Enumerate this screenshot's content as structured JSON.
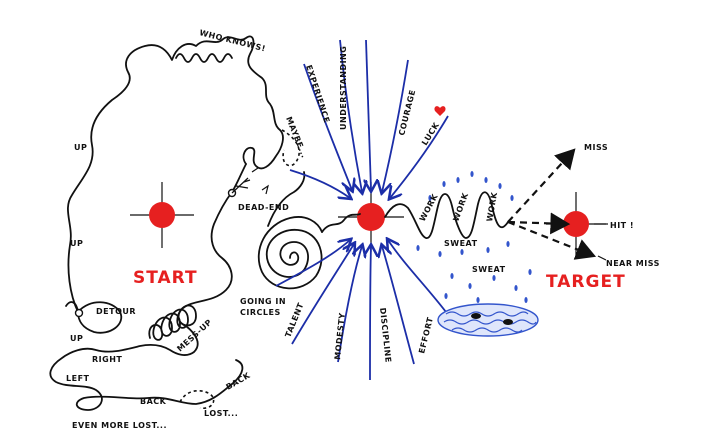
{
  "labels": {
    "who_knows": "WHO KNOWS!",
    "maybe": "MAYBE...",
    "up_1": "UP",
    "up_2": "UP",
    "up_3": "UP",
    "dead_end": "DEAD-END",
    "start": "START",
    "going_in": "GOING IN",
    "circles": "CIRCLES",
    "detour": "DETOUR",
    "mess_up": "MESS-UP",
    "right": "RIGHT",
    "left": "LEFT",
    "back_1": "BACK",
    "back_2": "BACK",
    "lost": "LOST...",
    "even_more_lost": "EVEN MORE LOST...",
    "experience": "EXPERIENCE",
    "understanding": "UNDERSTANDING",
    "courage": "COURAGE",
    "luck": "LUCK",
    "talent": "TALENT",
    "modesty": "MODESTY",
    "discipline": "DISCIPLINE",
    "effort": "EFFORT",
    "work_1": "WORK",
    "work_2": "WORK",
    "work_3": "WORK",
    "sweat_1": "SWEAT",
    "sweat_2": "SWEAT",
    "miss": "MISS",
    "hit": "HIT !",
    "near_miss": "NEAR MISS",
    "target": "TARGET"
  },
  "colors": {
    "dot_red": "#e62020",
    "arrow_blue": "#1c2ea8",
    "water_blue": "#3355cc",
    "ink": "#111111"
  }
}
